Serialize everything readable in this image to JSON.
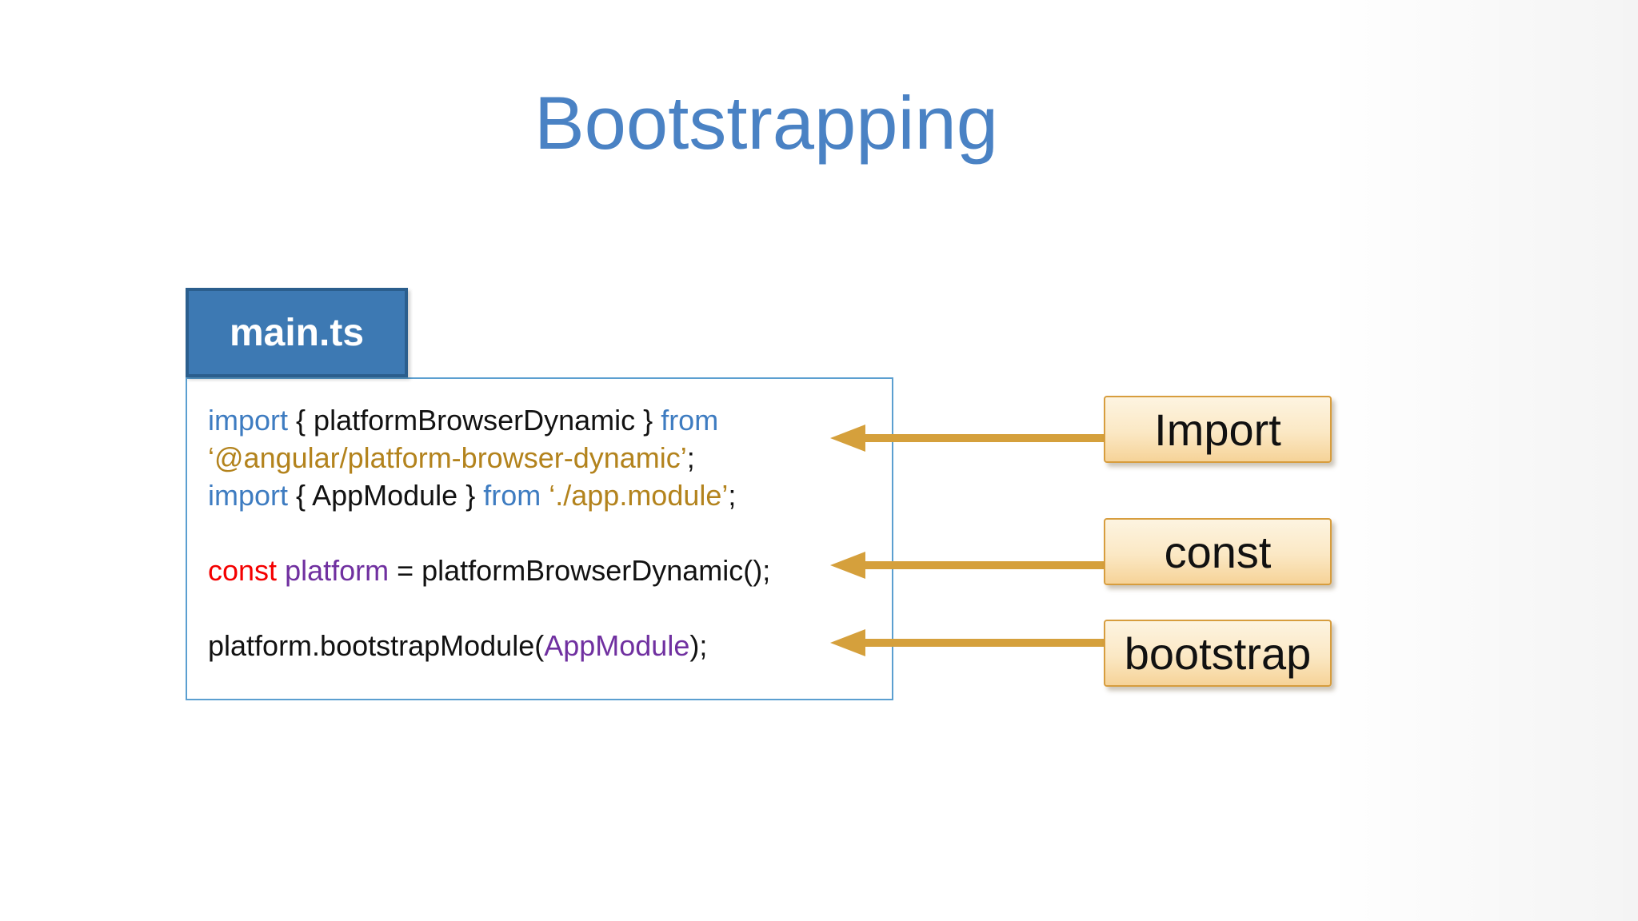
{
  "slide": {
    "title": "Bootstrapping"
  },
  "file_tab": {
    "label": "main.ts"
  },
  "code": {
    "lines": [
      [
        {
          "t": "import",
          "c": "keyword"
        },
        {
          "t": " { platformBrowserDynamic } ",
          "c": "plain"
        },
        {
          "t": "from",
          "c": "keyword"
        }
      ],
      [
        {
          "t": "‘@angular/platform-browser-dynamic’",
          "c": "string"
        },
        {
          "t": ";",
          "c": "plain"
        }
      ],
      [
        {
          "t": "import",
          "c": "keyword"
        },
        {
          "t": " { AppModule } ",
          "c": "plain"
        },
        {
          "t": "from",
          "c": "keyword"
        },
        {
          "t": " ",
          "c": "plain"
        },
        {
          "t": "‘./app.module’",
          "c": "string"
        },
        {
          "t": ";",
          "c": "plain"
        }
      ],
      [],
      [
        {
          "t": "const",
          "c": "const"
        },
        {
          "t": " ",
          "c": "plain"
        },
        {
          "t": "platform",
          "c": "variable"
        },
        {
          "t": " = platformBrowserDynamic();",
          "c": "plain"
        }
      ],
      [],
      [
        {
          "t": "platform.bootstrapModule(",
          "c": "plain"
        },
        {
          "t": "AppModule",
          "c": "variable"
        },
        {
          "t": ");",
          "c": "plain"
        }
      ]
    ],
    "token_colors": {
      "keyword": "#3e7cc1",
      "plain": "#121212",
      "string": "#b3831d",
      "const": "#f40000",
      "variable": "#7030a0"
    }
  },
  "annotations": [
    {
      "label": "Import"
    },
    {
      "label": "const"
    },
    {
      "label": "bootstrap"
    }
  ],
  "colors": {
    "title": "#4a82c4",
    "tab_fill": "#3d79b3",
    "tab_border": "#2b5e8d",
    "box_border": "#5b9fd0",
    "arrow": "#d5a03c",
    "tag_border": "#d79d3e",
    "tag_top": "#fdf4e1",
    "tag_bottom": "#f6d398"
  }
}
